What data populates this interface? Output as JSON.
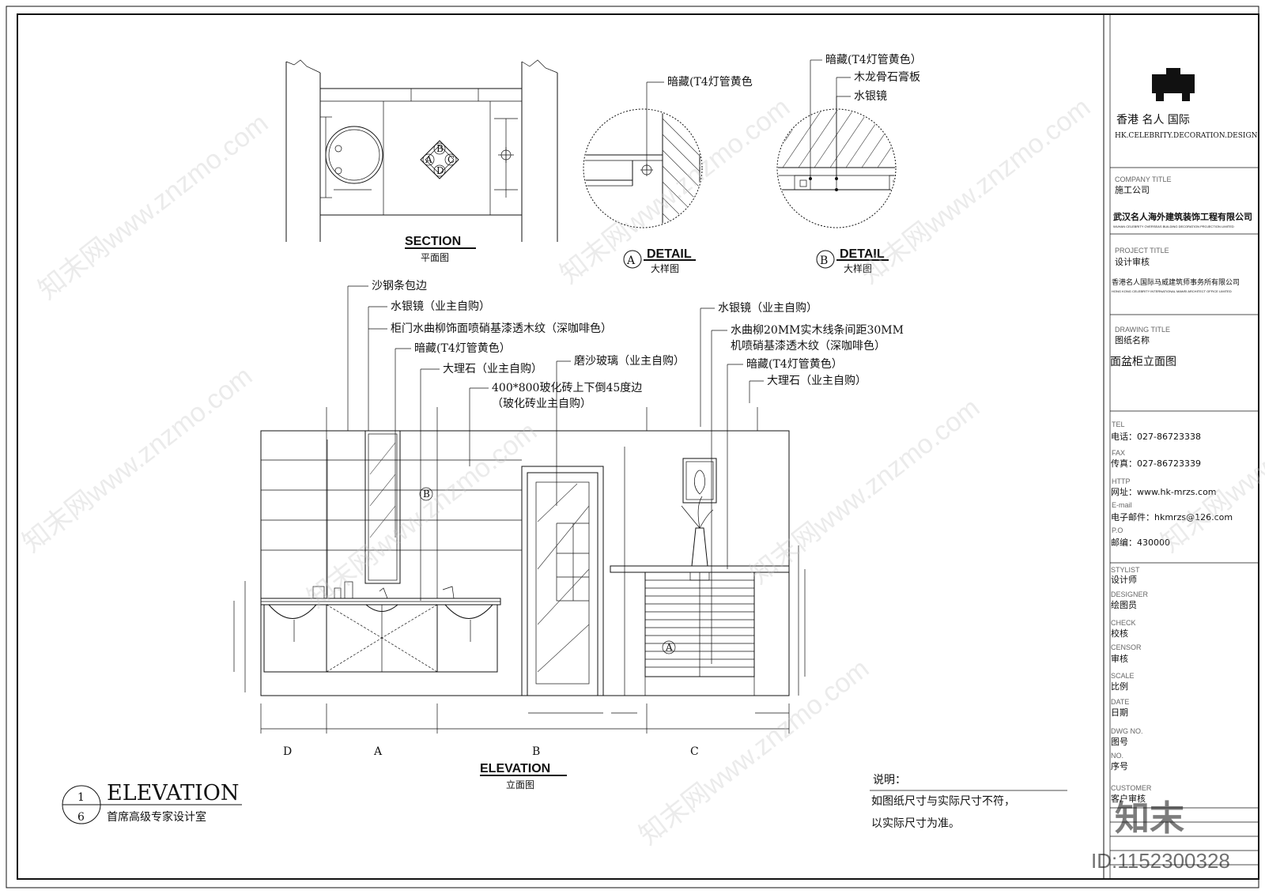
{
  "section": {
    "title": "SECTION",
    "subtitle": "平面图",
    "markers": [
      "A",
      "B",
      "C",
      "D"
    ]
  },
  "detail_a": {
    "id": "A",
    "title": "DETAIL",
    "subtitle": "大样图",
    "callouts": [
      "暗藏(T4灯管黄色"
    ]
  },
  "detail_b": {
    "id": "B",
    "title": "DETAIL",
    "subtitle": "大样图",
    "callouts": [
      "暗藏(T4灯管黄色）",
      "木龙骨石膏板",
      "水银镜"
    ]
  },
  "elevation": {
    "title": "ELEVATION",
    "subtitle": "立面图",
    "left_callouts": [
      "沙钢条包边",
      "水银镜（业主自购）",
      "柜门水曲柳饰面喷硝基漆透木纹（深咖啡色）",
      "暗藏(T4灯管黄色）",
      "大理石（业主自购）"
    ],
    "middle_callouts": [
      "磨沙玻璃（业主自购）",
      "400*800玻化砖上下倒45度边",
      "（玻化砖业主自购）"
    ],
    "right_callouts": [
      "水银镜（业主自购）",
      "水曲柳20MM实木线条间距30MM",
      "机喷硝基漆透木纹（深咖啡色）",
      "暗藏(T4灯管黄色）",
      "大理石（业主自购）"
    ],
    "zones": [
      "D",
      "A",
      "B",
      "C"
    ],
    "detail_tags": [
      "B",
      "A"
    ]
  },
  "stamp": {
    "top": "1",
    "bottom": "6",
    "title": "ELEVATION",
    "subtitle": "首席高级专家设计室"
  },
  "notes": {
    "heading": "说明：",
    "lines": [
      "如图纸尺寸与实际尺寸不符，",
      "以实际尺寸为准。"
    ]
  },
  "title_block": {
    "brand_cn": "香港 名人 国际",
    "brand_en": "HK.CELEBRITY.DECORATION.DESIGN",
    "company_label": "COMPANY TITLE",
    "company_value": "施工公司",
    "company_name": "武汉名人海外建筑装饰工程有限公司",
    "company_name_en": "WUHAN CELEBRITY OVERSEAS BUILDING DECORATION PROJECTION LIMITED",
    "project_label": "PROJECT TITLE",
    "project_value": "设计审核",
    "project_name": "香港名人国际马威建筑师事务所有限公司",
    "project_name_en": "HONG KONG CELEBRITY INTERNATIONAL MAWEI ARCHITECT OFFICE LIMITED",
    "drawing_label": "DRAWING TITLE",
    "drawing_value": "图纸名称",
    "drawing_name": "面盆柜立面图",
    "contacts": [
      {
        "label": "TEL",
        "value": "电话：027-86723338"
      },
      {
        "label": "FAX",
        "value": "传真：027-86723339"
      },
      {
        "label": "HTTP",
        "value": "网址：www.hk-mrzs.com"
      },
      {
        "label": "E-mail",
        "value": "电子邮件：hkmrzs@126.com"
      },
      {
        "label": "P.O",
        "value": "邮编：430000"
      }
    ],
    "roles": [
      {
        "label": "STYLIST",
        "value": "设计师"
      },
      {
        "label": "DESIGNER",
        "value": "绘图员"
      },
      {
        "label": "CHECK",
        "value": "校核"
      },
      {
        "label": "CENSOR",
        "value": "审核"
      },
      {
        "label": "SCALE",
        "value": "比例"
      },
      {
        "label": "DATE",
        "value": "日期"
      },
      {
        "label": "DWG NO.",
        "value": "图号"
      },
      {
        "label": "NO.",
        "value": "序号"
      },
      {
        "label": "CUSTOMER",
        "value": "客户审核"
      }
    ]
  },
  "watermark": {
    "text": "知末网www.znzmo.com",
    "logo": "知末",
    "id": "ID:1152300328"
  }
}
